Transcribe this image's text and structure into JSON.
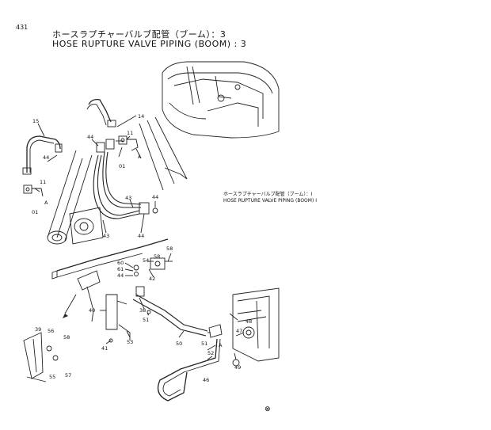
{
  "page_number": "431",
  "title_jp": "ホースラプチャーバルブ配管（ブーム）：3",
  "title_en": "HOSE RUPTURE VALVE PIPING (BOOM) : 3",
  "subtitle_jp": "ホースラプチャーバルブ配管（ブーム）：I",
  "subtitle_en": "HOSE RUPTURE VALVE PIPING (BOOM)  I",
  "mark": "⊗",
  "part_labels": {
    "p15": "15",
    "p14": "14",
    "p11a": "11",
    "p44a": "44",
    "p44b": "44",
    "pAa": "A",
    "p01a": "01",
    "p11b": "11",
    "pAb": "A",
    "p01b": "01",
    "p43a": "43",
    "p43b": "43",
    "p44c": "44",
    "p44d": "44",
    "p58a": "58",
    "p54": "54",
    "p60": "60",
    "p61": "61",
    "p44e": "44",
    "p42": "42",
    "p58b": "58",
    "p40": "40",
    "p38": "38",
    "p51a": "51",
    "p53": "53",
    "p41": "41",
    "p39": "39",
    "p56": "56",
    "p58c": "58",
    "p55": "55",
    "p57": "57",
    "p48": "48",
    "p47": "47",
    "p50": "50",
    "p51b": "51",
    "pAc": "A",
    "p52": "52",
    "p49": "49",
    "p46": "46"
  }
}
